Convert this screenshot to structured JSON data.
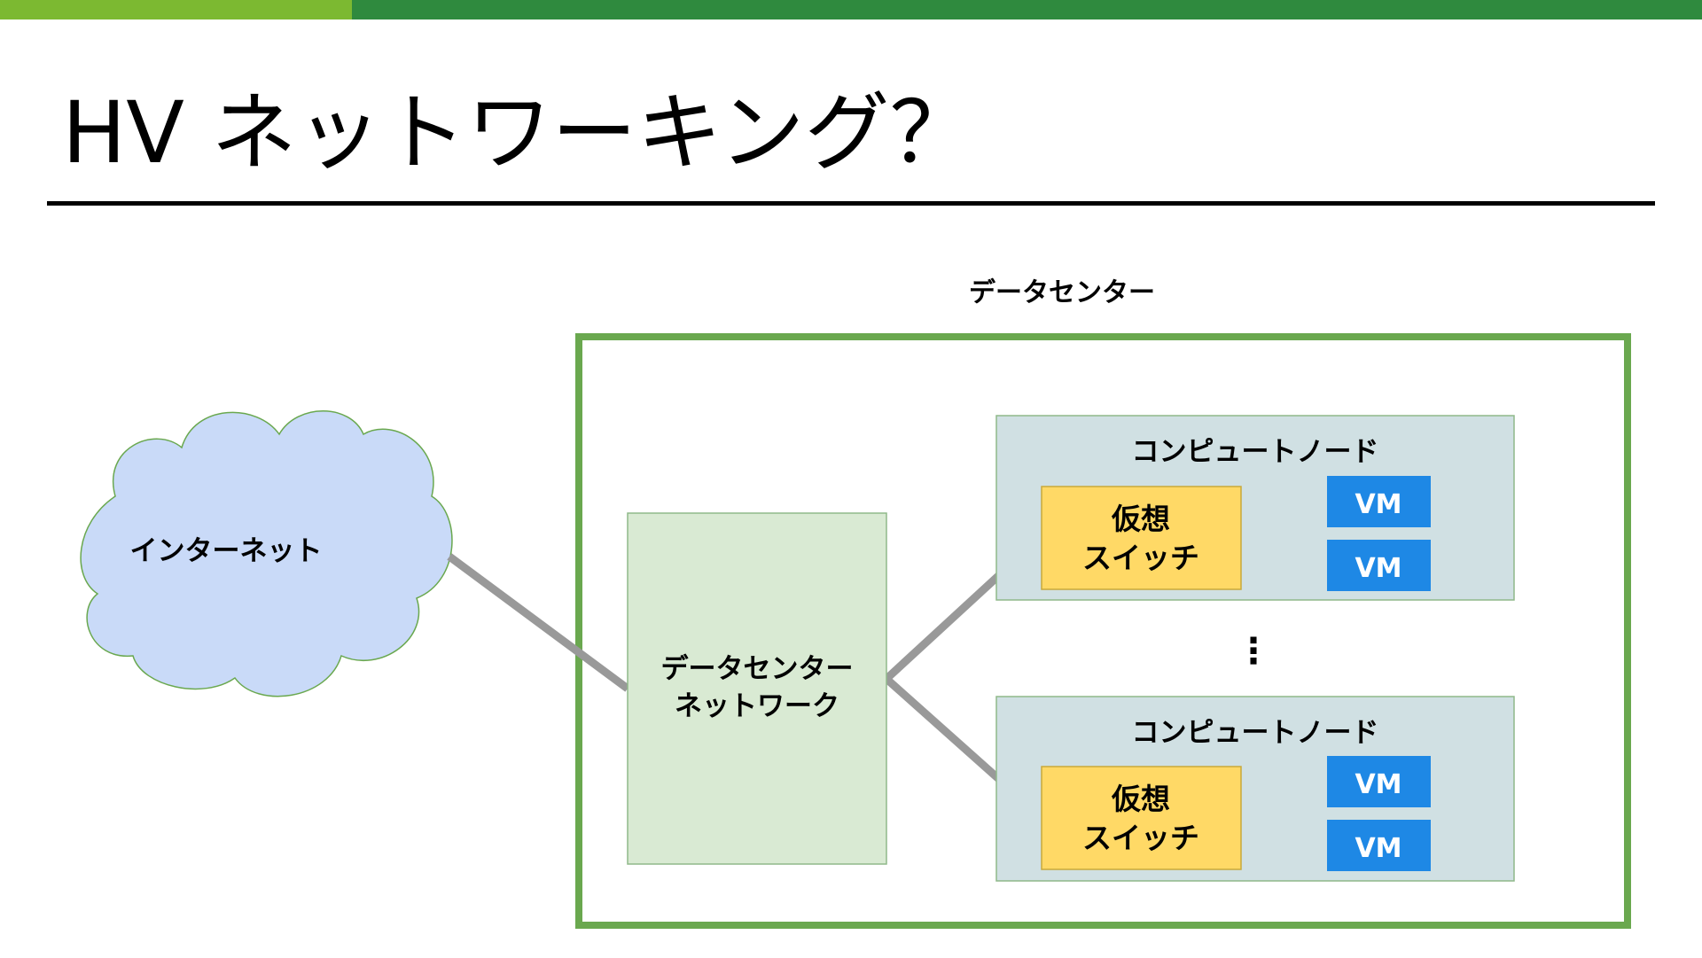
{
  "title": "HV ネットワーキング？",
  "colors": {
    "topbar_light": "#7cb931",
    "topbar_dark": "#2f8a3e",
    "datacenter_border": "#6aa84f",
    "cloud_fill": "#c9daf8",
    "cloud_stroke": "#6aa84f",
    "network_fill": "#d9ead3",
    "compute_fill": "#d0e0e3",
    "vswitch_fill": "#ffd966",
    "vm_fill": "#1e88e5",
    "connector": "#999999"
  },
  "diagram": {
    "datacenter_label": "データセンター",
    "internet_label": "インターネット",
    "network_label_line1": "データセンター",
    "network_label_line2": "ネットワーク",
    "ellipsis": "⋮",
    "compute_nodes": [
      {
        "label": "コンピュートノード",
        "vswitch_line1": "仮想",
        "vswitch_line2": "スイッチ",
        "vms": [
          "VM",
          "VM"
        ]
      },
      {
        "label": "コンピュートノード",
        "vswitch_line1": "仮想",
        "vswitch_line2": "スイッチ",
        "vms": [
          "VM",
          "VM"
        ]
      }
    ]
  }
}
